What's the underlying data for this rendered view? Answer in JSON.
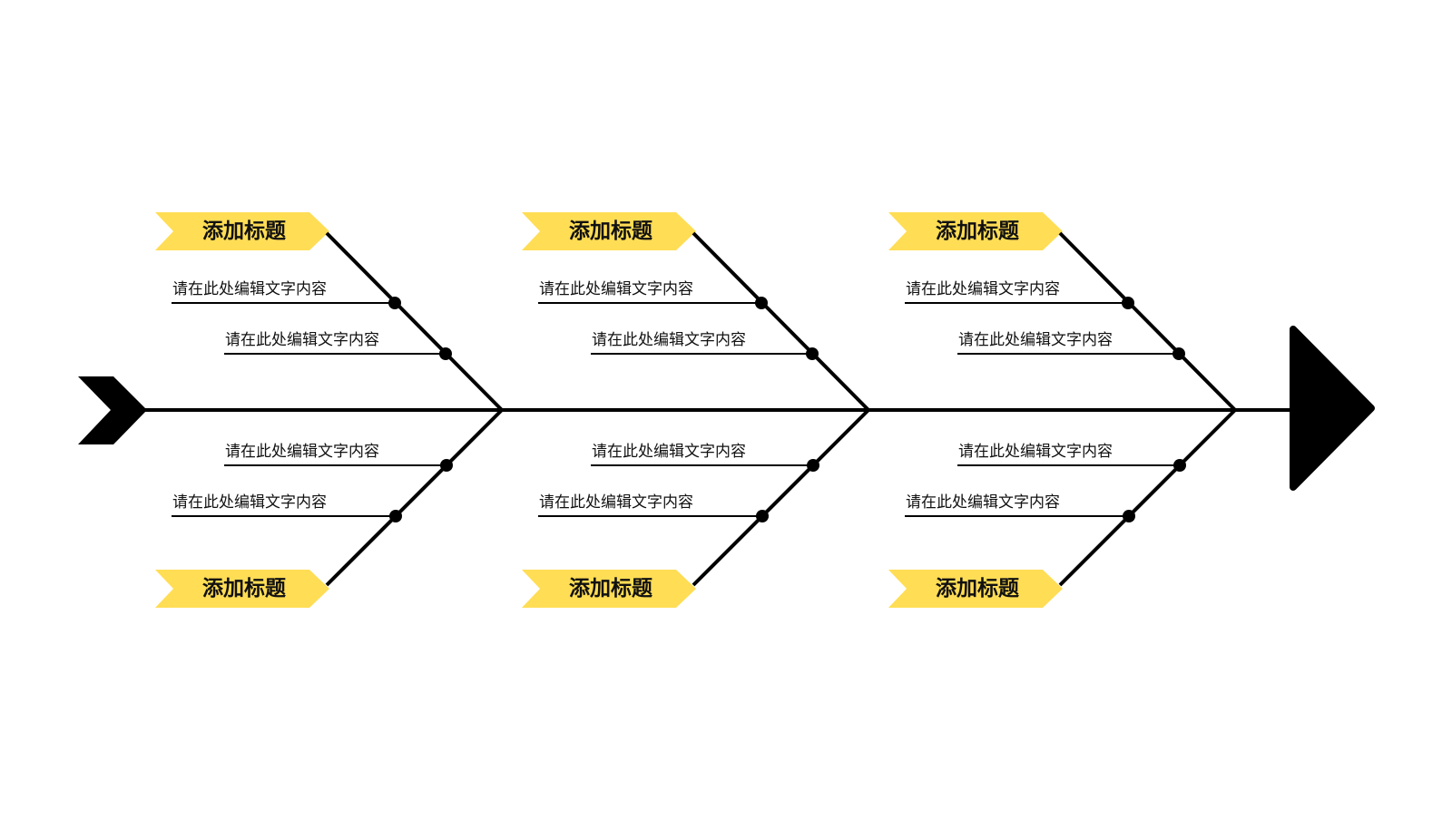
{
  "colors": {
    "accent": "#FFDD55",
    "stroke": "#000000",
    "text": "#111111"
  },
  "sections": [
    {
      "top_title": "添加标题",
      "bottom_title": "添加标题",
      "top_items": [
        "请在此处编辑文字内容",
        "请在此处编辑文字内容"
      ],
      "bottom_items": [
        "请在此处编辑文字内容",
        "请在此处编辑文字内容"
      ]
    },
    {
      "top_title": "添加标题",
      "bottom_title": "添加标题",
      "top_items": [
        "请在此处编辑文字内容",
        "请在此处编辑文字内容"
      ],
      "bottom_items": [
        "请在此处编辑文字内容",
        "请在此处编辑文字内容"
      ]
    },
    {
      "top_title": "添加标题",
      "bottom_title": "添加标题",
      "top_items": [
        "请在此处编辑文字内容",
        "请在此处编辑文字内容"
      ],
      "bottom_items": [
        "请在此处编辑文字内容",
        "请在此处编辑文字内容"
      ]
    }
  ]
}
